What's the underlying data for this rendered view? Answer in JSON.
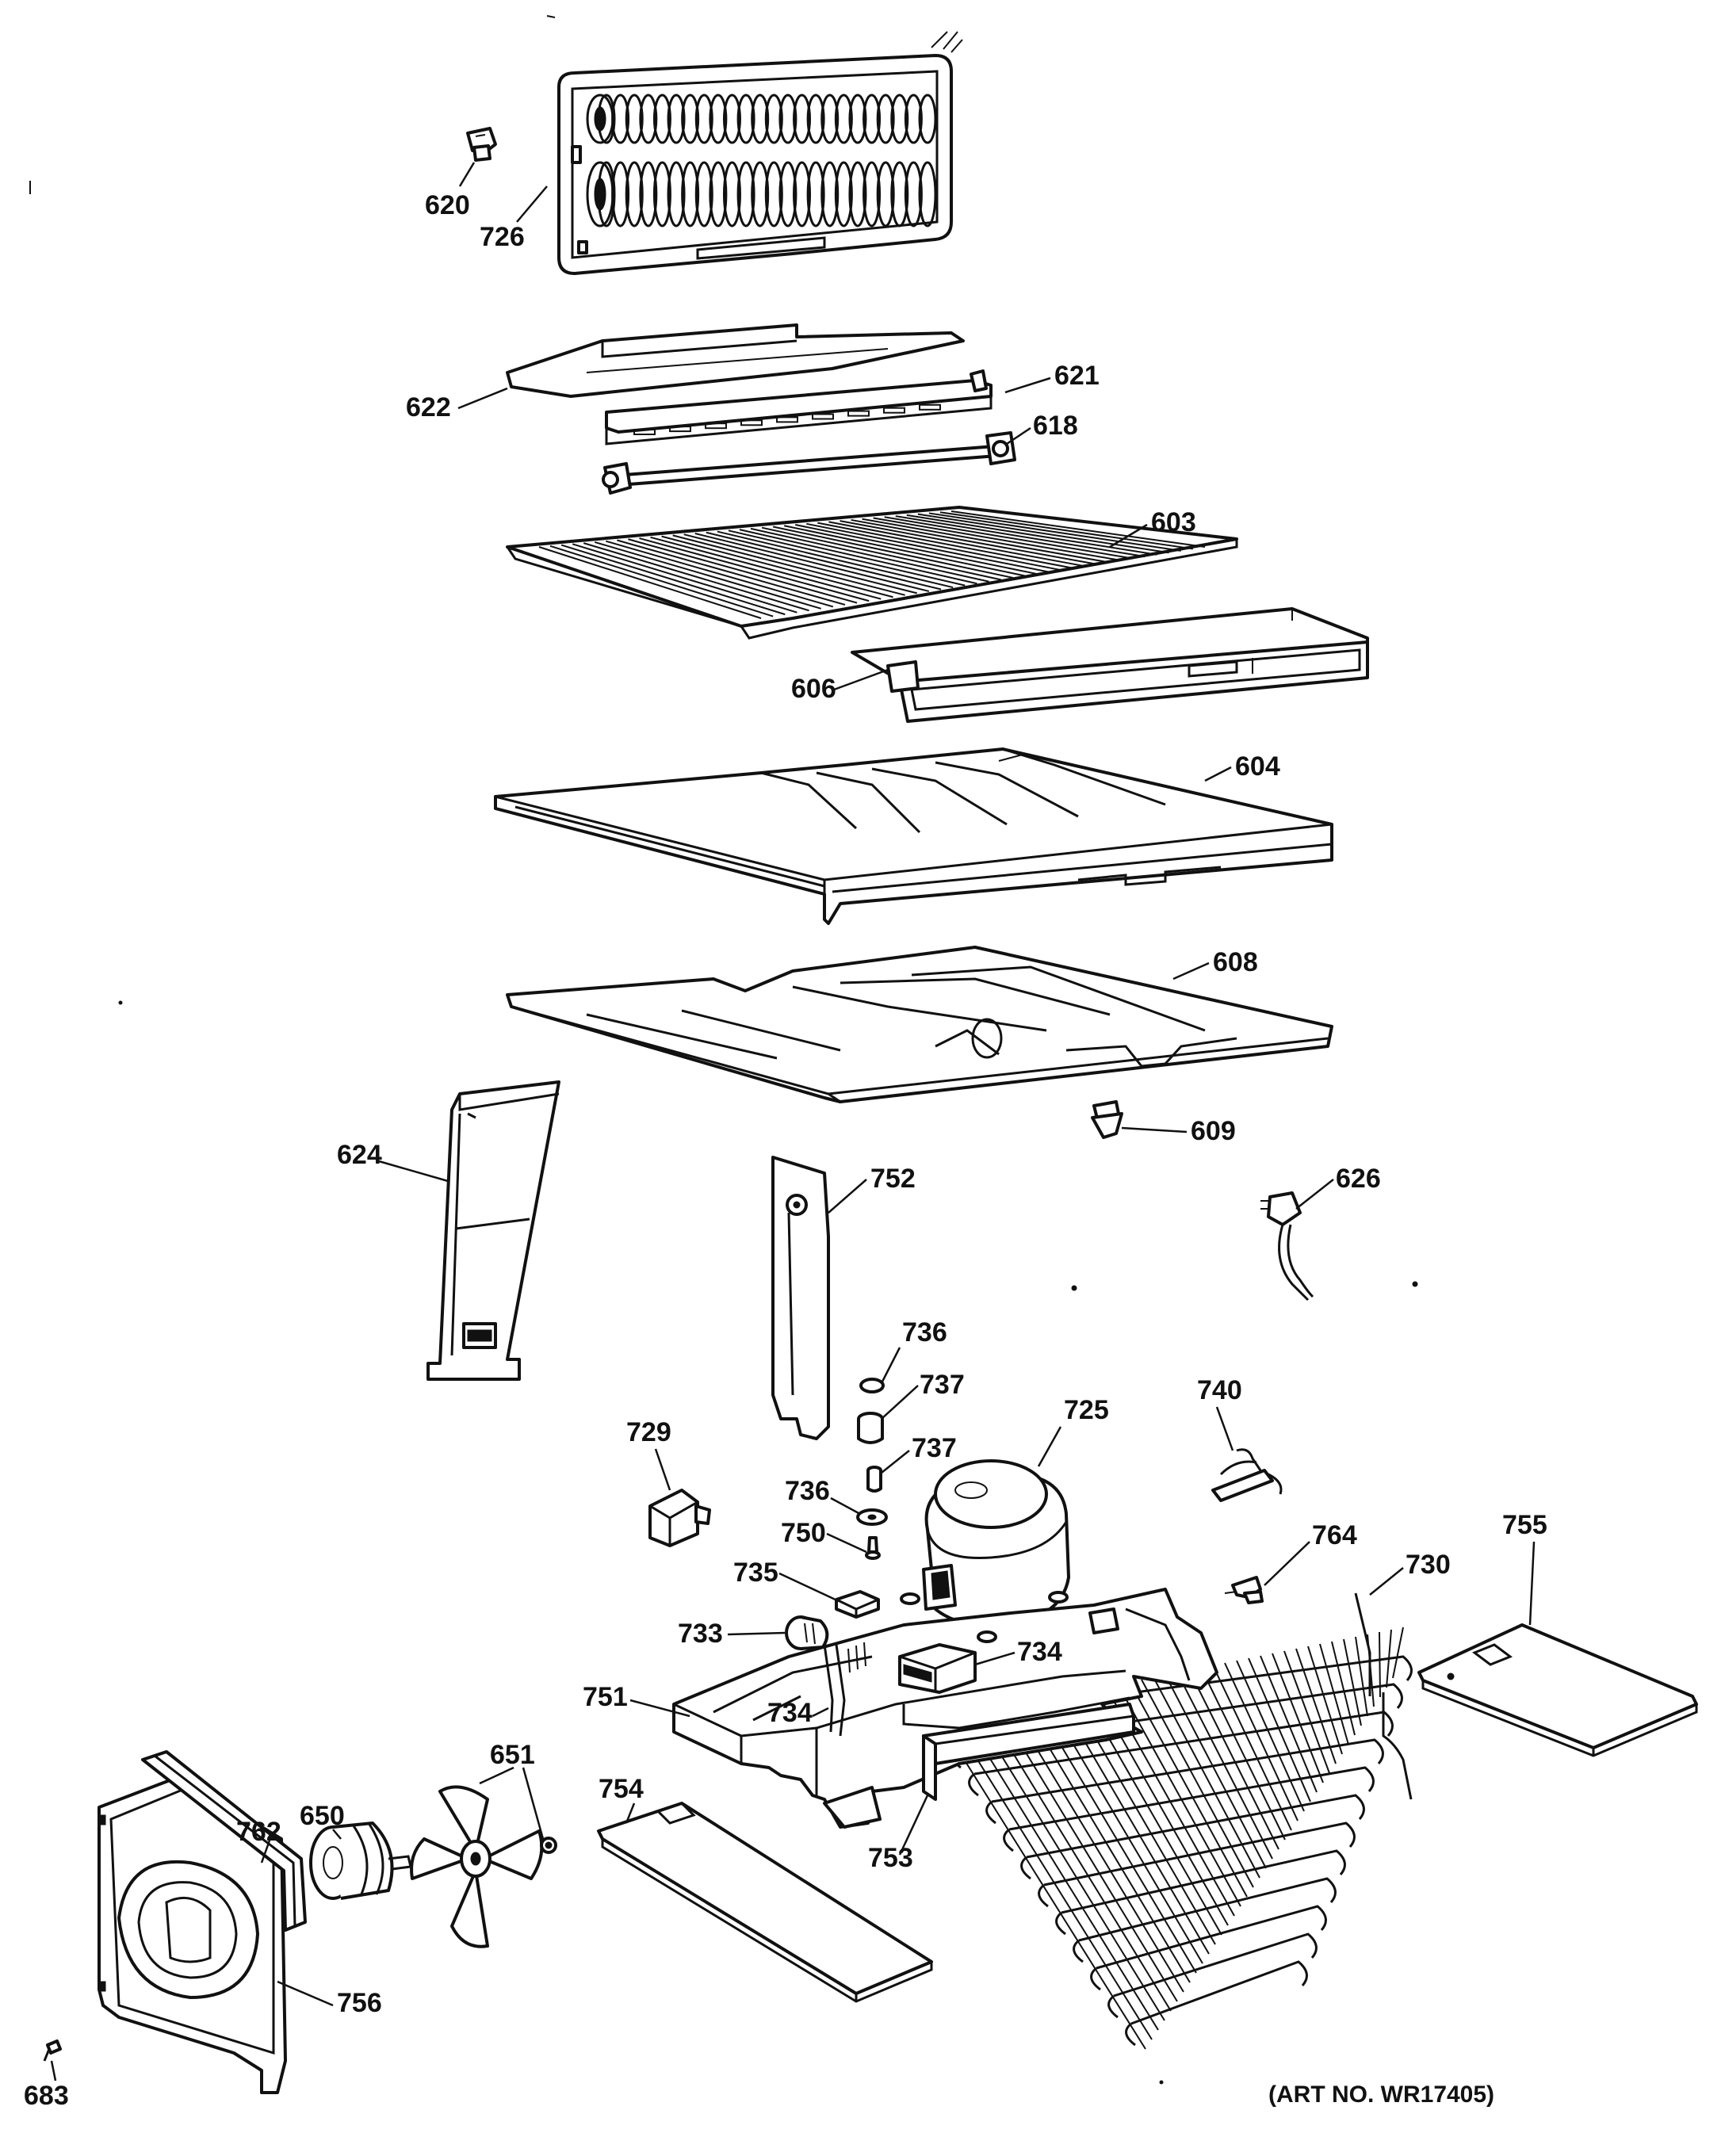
{
  "art_number": "(ART NO. WR17405)",
  "callouts": [
    {
      "id": "620",
      "text": "620"
    },
    {
      "id": "726",
      "text": "726"
    },
    {
      "id": "622",
      "text": "622"
    },
    {
      "id": "621",
      "text": "621"
    },
    {
      "id": "618",
      "text": "618"
    },
    {
      "id": "603",
      "text": "603"
    },
    {
      "id": "606",
      "text": "606"
    },
    {
      "id": "604",
      "text": "604"
    },
    {
      "id": "608",
      "text": "608"
    },
    {
      "id": "609",
      "text": "609"
    },
    {
      "id": "624",
      "text": "624"
    },
    {
      "id": "752",
      "text": "752"
    },
    {
      "id": "626",
      "text": "626"
    },
    {
      "id": "736a",
      "text": "736"
    },
    {
      "id": "737a",
      "text": "737"
    },
    {
      "id": "729",
      "text": "729"
    },
    {
      "id": "737b",
      "text": "737"
    },
    {
      "id": "725",
      "text": "725"
    },
    {
      "id": "740",
      "text": "740"
    },
    {
      "id": "736b",
      "text": "736"
    },
    {
      "id": "750",
      "text": "750"
    },
    {
      "id": "764",
      "text": "764"
    },
    {
      "id": "730",
      "text": "730"
    },
    {
      "id": "755",
      "text": "755"
    },
    {
      "id": "735",
      "text": "735"
    },
    {
      "id": "733",
      "text": "733"
    },
    {
      "id": "734a",
      "text": "734"
    },
    {
      "id": "751",
      "text": "751"
    },
    {
      "id": "734b",
      "text": "734"
    },
    {
      "id": "651",
      "text": "651"
    },
    {
      "id": "754",
      "text": "754"
    },
    {
      "id": "762",
      "text": "762"
    },
    {
      "id": "650",
      "text": "650"
    },
    {
      "id": "753",
      "text": "753"
    },
    {
      "id": "756",
      "text": "756"
    },
    {
      "id": "683",
      "text": "683"
    }
  ]
}
